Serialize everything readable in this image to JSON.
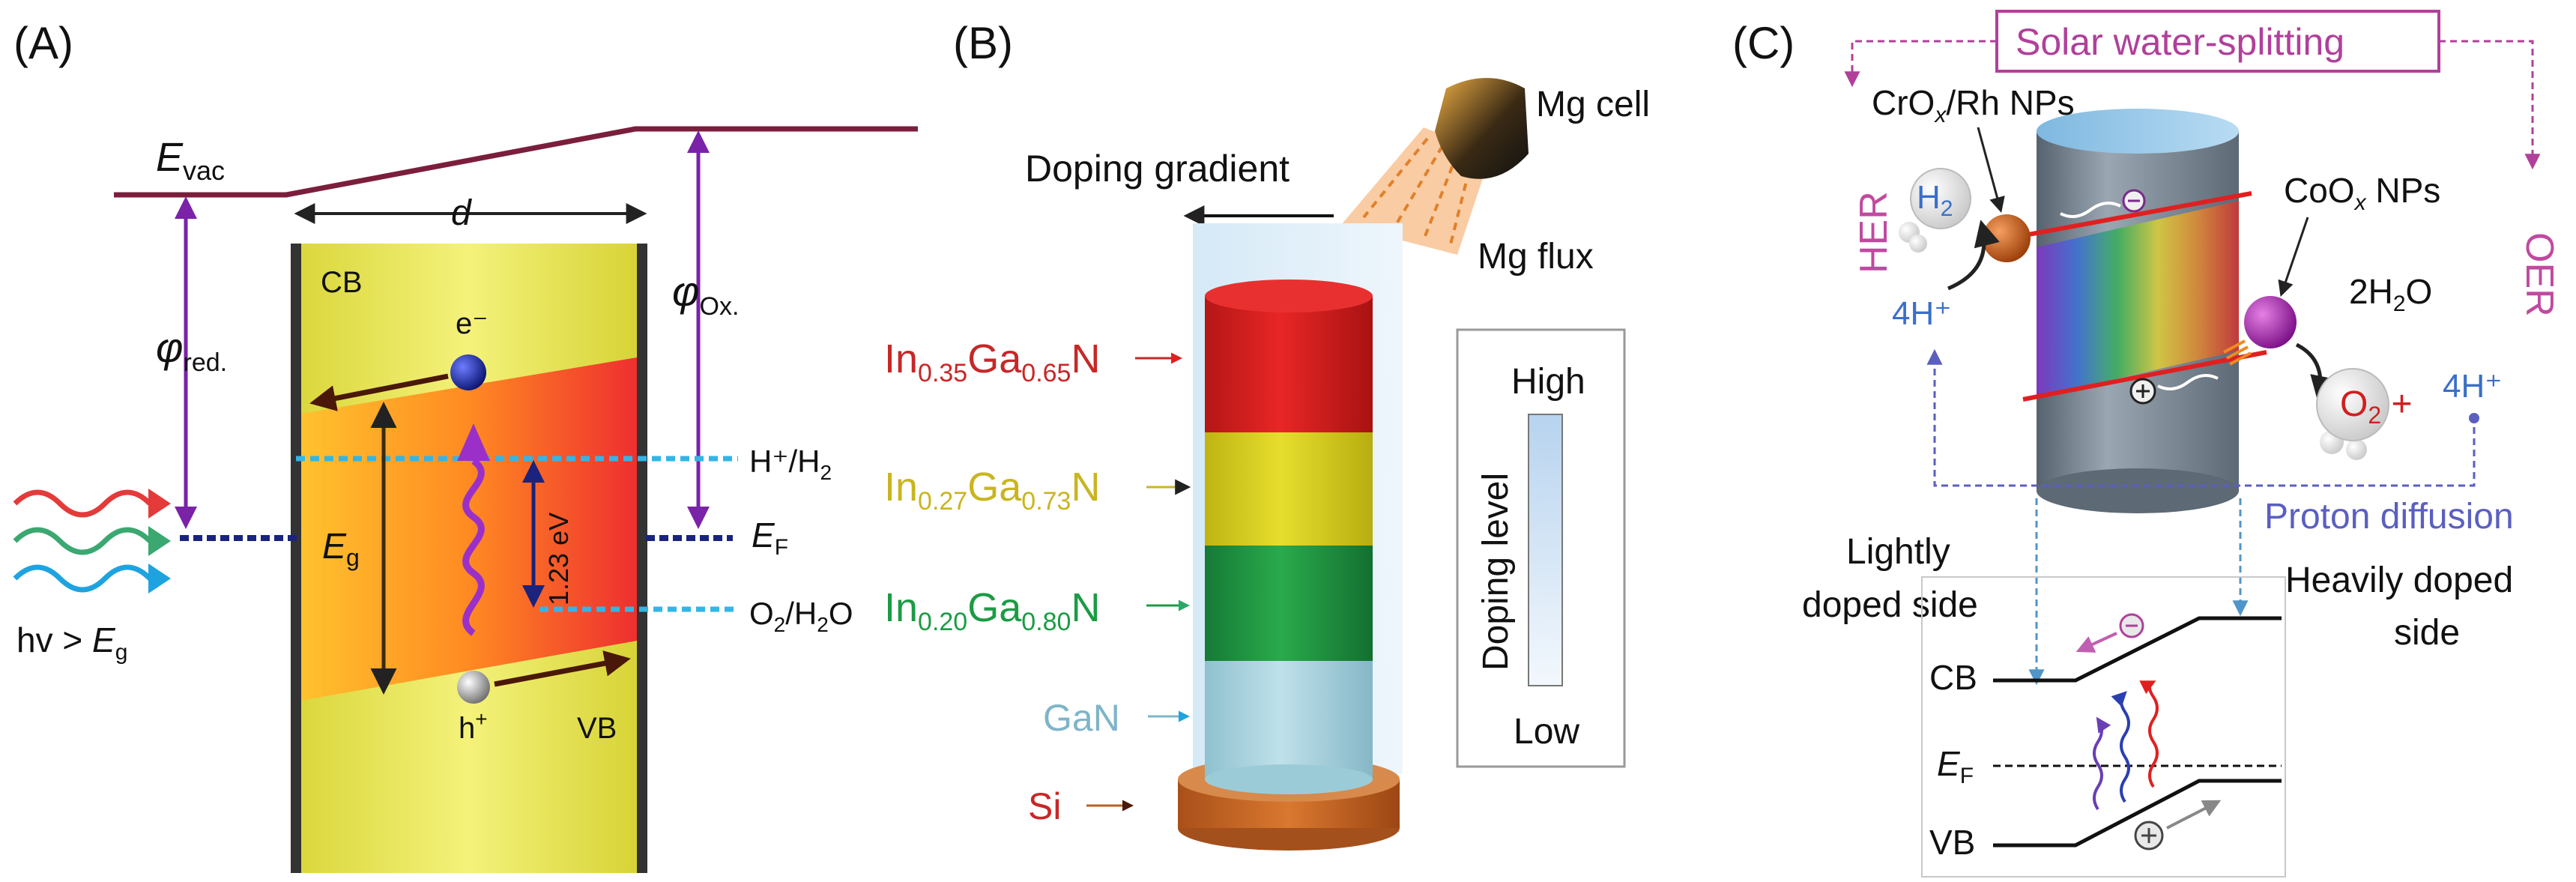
{
  "colors": {
    "maroon": "#7b1e3c",
    "purple": "#7a22a8",
    "navy": "#1a237e",
    "cyan": "#33b5e5",
    "magenta": "#b0409a",
    "blue_text": "#3a6fc9",
    "red_text": "#d11f1f",
    "yellow_text": "#c9b521",
    "green_text": "#1c9b45",
    "teal_text": "#7fb4c8",
    "si_red": "#c62828",
    "proton": "#5a5fc0"
  },
  "panel_a": {
    "label": "(A)",
    "evac_main": "E",
    "evac_sub": "vac",
    "d": "d",
    "phi_red_main": "φ",
    "phi_red_sub": "red.",
    "phi_ox_main": "φ",
    "phi_ox_sub": "Ox.",
    "cb": "CB",
    "vb": "VB",
    "electron": "e⁻",
    "hole_main": "h",
    "hole_sup": "+",
    "eg_main": "E",
    "eg_sub": "g",
    "gap_label": "1.23 eV",
    "h_level": "H⁺/H",
    "h_level_sub": "2",
    "o_level": "O",
    "o_level_sub": "2",
    "o_level_tail": "/H",
    "o_level_sub2": "2",
    "o_level_end": "O",
    "ef_main": "E",
    "ef_sub": "F",
    "photon": "hv > ",
    "photon_e": "E",
    "photon_sub": "g"
  },
  "panel_b": {
    "label": "(B)",
    "mg_cell": "Mg cell",
    "mg_flux": "Mg flux",
    "doping_gradient": "Doping gradient",
    "legend_high": "High",
    "legend_low": "Low",
    "legend_axis": "Doping level",
    "layers": [
      {
        "pre": "In",
        "s1": "0.35",
        "mid": "Ga",
        "s2": "0.65",
        "post": "N"
      },
      {
        "pre": "In",
        "s1": "0.27",
        "mid": "Ga",
        "s2": "0.73",
        "post": "N"
      },
      {
        "pre": "In",
        "s1": "0.20",
        "mid": "Ga",
        "s2": "0.80",
        "post": "N"
      }
    ],
    "gan": "GaN",
    "si": "Si"
  },
  "panel_c": {
    "label": "(C)",
    "title": "Solar water-splitting",
    "her": "HER",
    "oer": "OER",
    "crox_a": "CrO",
    "crox_sub": "x",
    "crox_b": "/Rh NPs",
    "coox_a": "CoO",
    "coox_sub": "x",
    "coox_b": " NPs",
    "h2": "H",
    "h2_sub": "2",
    "h4_left": "4H⁺",
    "water": "2H",
    "water_sub": "2",
    "water_end": "O",
    "o2": "O",
    "o2_sub": "2",
    "plus": " +",
    "h4_right": "4H⁺",
    "proton_diffusion": "Proton diffusion",
    "lightly_1": "Lightly",
    "lightly_2": "doped side",
    "heavily_1": "Heavily doped",
    "heavily_2": "side",
    "cb": "CB",
    "vb": "VB",
    "ef_main": "E",
    "ef_sub": "F"
  }
}
